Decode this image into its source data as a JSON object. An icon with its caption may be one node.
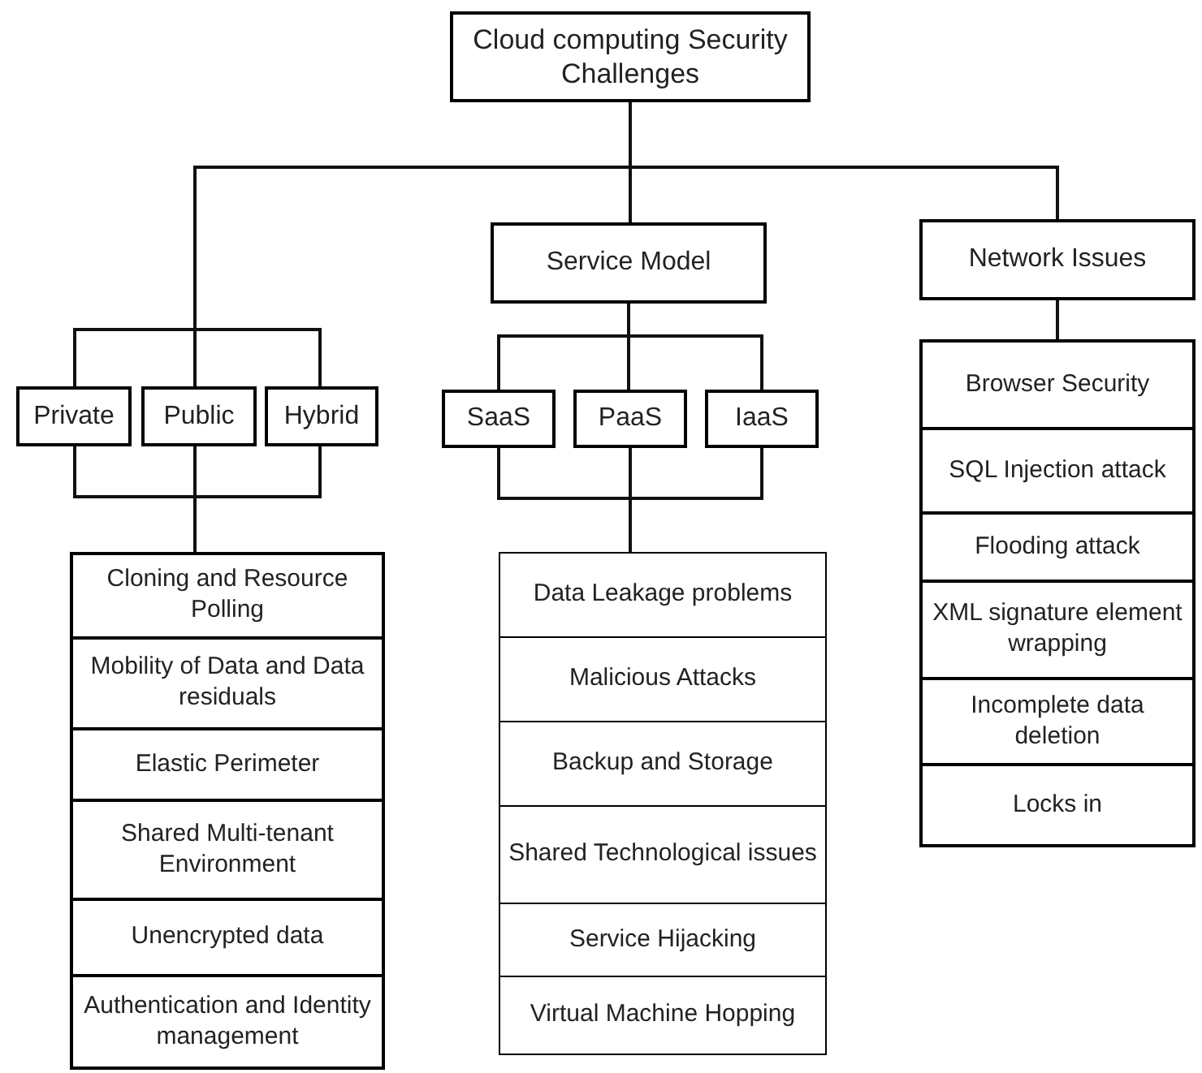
{
  "diagram": {
    "nodes": [
      {
        "text": [
          "Cloud computing Security Challenges"
        ]
      },
      {
        "text": [
          "Service Model"
        ]
      },
      {
        "text": [
          "Network Issues"
        ]
      },
      {
        "text": [
          "Private"
        ]
      },
      {
        "text": [
          "Public"
        ]
      },
      {
        "text": [
          "Hybrid"
        ]
      },
      {
        "text": [
          "SaaS"
        ]
      },
      {
        "text": [
          "PaaS"
        ]
      },
      {
        "text": [
          "IaaS"
        ]
      },
      {
        "text": [],
        "shape": "box"
      },
      {
        "text": [
          "Cloning and Resource Polling"
        ],
        "in": 9
      },
      {
        "text": [
          "Mobility of Data and Data residuals"
        ],
        "in": 9
      },
      {
        "text": [
          "Elastic Perimeter"
        ],
        "in": 9
      },
      {
        "text": [
          "Shared Multi-tenant Environment"
        ],
        "in": 9
      },
      {
        "text": [
          "Unencrypted data"
        ],
        "in": 9
      },
      {
        "text": [
          "Authentication and Identity management"
        ],
        "in": 9
      },
      {
        "text": [],
        "shape": "box"
      },
      {
        "text": [
          "Data Leakage problems"
        ],
        "in": 16
      },
      {
        "text": [
          "Malicious Attacks"
        ],
        "in": 16
      },
      {
        "text": [
          "Backup and Storage"
        ],
        "in": 16
      },
      {
        "text": [
          "Shared Technological issues"
        ],
        "in": 16
      },
      {
        "text": [
          "Service Hijacking"
        ],
        "in": 16
      },
      {
        "text": [
          "Virtual Machine Hopping"
        ],
        "in": 16
      },
      {
        "text": [],
        "shape": "box"
      },
      {
        "text": [
          "Browser Security"
        ],
        "in": 23
      },
      {
        "text": [
          "SQL Injection attack"
        ],
        "in": 23
      },
      {
        "text": [
          "Flooding attack"
        ],
        "in": 23
      },
      {
        "text": [
          "XML signature element wrapping"
        ],
        "in": 23
      },
      {
        "text": [
          "Incomplete data deletion"
        ],
        "in": 23
      },
      {
        "text": [
          "Locks in"
        ],
        "in": 23
      }
    ],
    "edges": [
      {
        "from": 0,
        "to": 3,
        "arrow": "none"
      },
      {
        "from": 0,
        "to": 4,
        "arrow": "none"
      },
      {
        "from": 0,
        "to": 5,
        "arrow": "none"
      },
      {
        "from": 0,
        "to": 1,
        "arrow": "none"
      },
      {
        "from": 0,
        "to": 2,
        "arrow": "none"
      },
      {
        "from": 1,
        "to": 6,
        "arrow": "none"
      },
      {
        "from": 1,
        "to": 7,
        "arrow": "none"
      },
      {
        "from": 1,
        "to": 8,
        "arrow": "none"
      },
      {
        "from": 3,
        "to": 9,
        "arrow": "none"
      },
      {
        "from": 4,
        "to": 9,
        "arrow": "none"
      },
      {
        "from": 5,
        "to": 9,
        "arrow": "none"
      },
      {
        "from": 6,
        "to": 16,
        "arrow": "none"
      },
      {
        "from": 7,
        "to": 16,
        "arrow": "none"
      },
      {
        "from": 8,
        "to": 16,
        "arrow": "none"
      },
      {
        "from": 2,
        "to": 23,
        "arrow": "none"
      }
    ]
  }
}
